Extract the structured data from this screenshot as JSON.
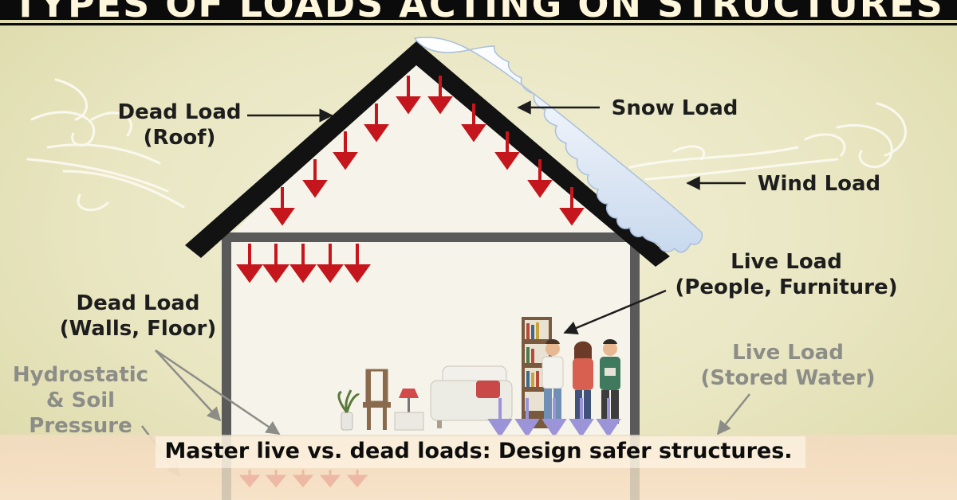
{
  "title": "TYPES OF LOADS ACTING ON STRUCTURES",
  "labels": {
    "dead_roof": [
      "Dead Load",
      "(Roof)"
    ],
    "snow": "Snow Load",
    "wind": "Wind Load",
    "live_people": [
      "Live Load",
      "(People, Furniture)"
    ],
    "dead_walls": [
      "Dead Load",
      "(Walls, Floor)"
    ],
    "hydrostatic": [
      "Hydrostatic",
      "& Soil",
      "Pressure"
    ],
    "live_water": [
      "Live Load",
      "(Stored Water)"
    ]
  },
  "caption": "Master live vs. dead loads: Design safer structures.",
  "colors": {
    "background": "#ece9c6",
    "roof": "#121212",
    "walls": "#5a5a5a",
    "dead_load_arrow": "#c4161c",
    "live_load_arrow": "#9c94d8",
    "snow": "#eef3fb",
    "ground": "#f6ddc2"
  },
  "icons": [
    "wind-swirl-icon",
    "snow-cap-icon",
    "people-icon",
    "bookshelf-icon",
    "sofa-icon",
    "chair-icon",
    "lamp-icon",
    "plant-icon"
  ]
}
